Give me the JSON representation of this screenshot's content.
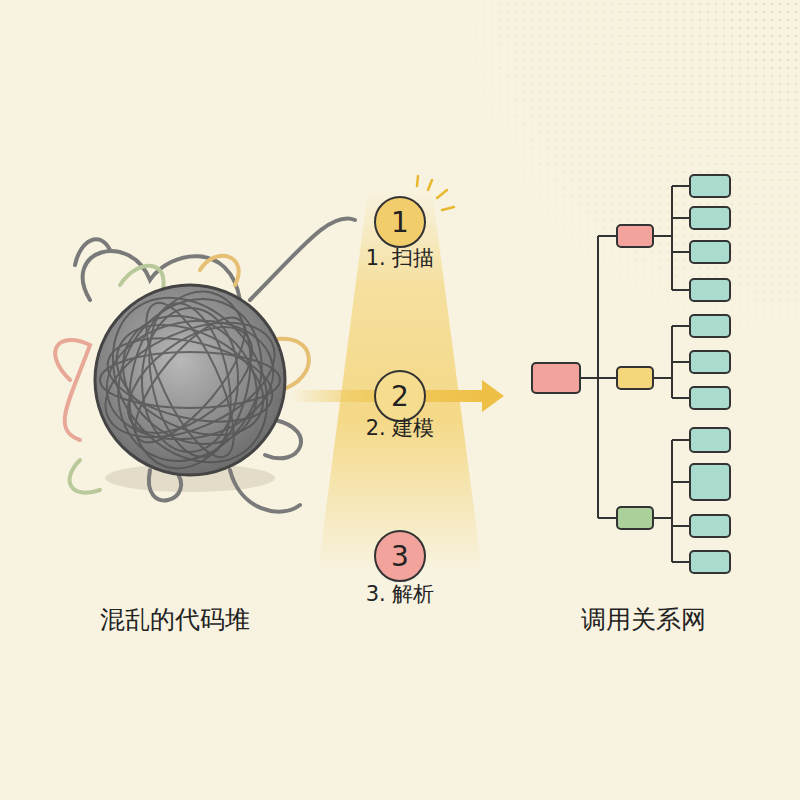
{
  "diagram": {
    "nodes": [
      {
        "text": [
          "1",
          "1. 扫描"
        ]
      },
      {
        "text": [
          "2",
          "2. 建模"
        ]
      },
      {
        "text": [
          "3",
          "3. 解析"
        ]
      }
    ],
    "labels": [
      "混乱的代码堆",
      "调用关系网"
    ]
  }
}
